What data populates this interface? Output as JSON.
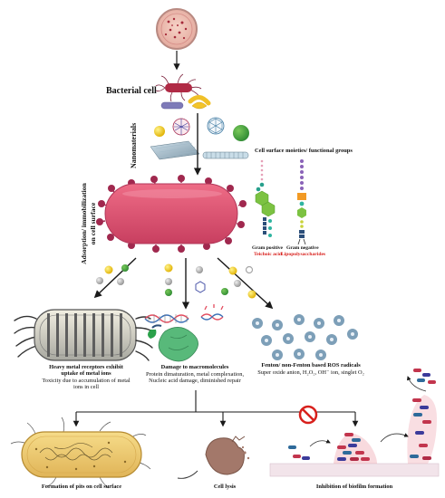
{
  "labels": {
    "bacterial_cell": "Bacterial cell",
    "nanomaterials": "Nanomaterials",
    "adsorption_line1": "Adsorption/ immobilization",
    "adsorption_line2": "on cell surface",
    "cell_surface_title": "Cell surface moieties/ functional groups",
    "gram_positive": "Gram positive",
    "teichoic_acid": "Teichoic acid",
    "gram_negative": "Gram negative",
    "lipopolysaccharides": "Lipopolysaccharides",
    "heavy_metal_title_1": "Heavy metal receptors exhibit",
    "heavy_metal_title_2": "uptake of metal ions",
    "heavy_metal_desc_1": "Toxicity due to accumulation of metal",
    "heavy_metal_desc_2": "ions in cell",
    "damage_title": "Damage to macromolecules",
    "damage_desc_1": "Protein dimaturation, metal complexation,",
    "damage_desc_2": "Nucleic acid damage, diminished repair",
    "ros_title": "Fenton/ non-Fenton based ROS radicals",
    "ros_desc": "Super oxide anion, H₂O₂, OH⁻ ion, singlet O₂",
    "pits": "Formation of pits on cell surface",
    "lysis": "Cell lysis",
    "biofilm": "Inhibition of biofilm formation"
  },
  "colors": {
    "cell_body": "#e0506e",
    "cell_spikes": "#a0284e",
    "arrow": "#1a1a1a",
    "gram_positive_chain": "#2fb4a0",
    "gram_negative_chain": "#8a62b8",
    "accent_red": "#d8201c"
  }
}
